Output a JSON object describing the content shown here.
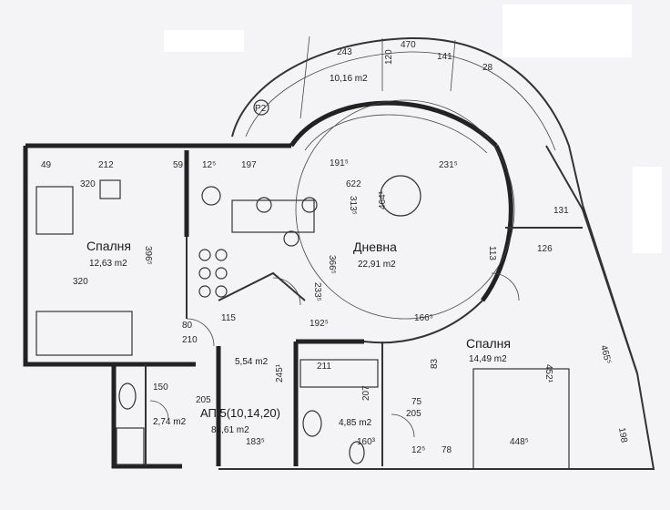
{
  "rooms": {
    "bedroom_left": {
      "name": "Спалня",
      "area": "12,63 m2"
    },
    "living": {
      "name": "Дневна",
      "area": "22,91 m2"
    },
    "bedroom_right": {
      "name": "Спалня",
      "area": "14,49 m2"
    },
    "hall": {
      "area": "5,54 m2"
    },
    "bath_small": {
      "area": "2,74 m2"
    },
    "bath_main": {
      "area": "4,85 m2"
    },
    "balcony": {
      "area": "10,16 m2"
    }
  },
  "apartment": {
    "code": "АП.5(10,14,20)",
    "area": "84,61 m2"
  },
  "dims": {
    "d243": "243",
    "d470": "470",
    "d120": "120",
    "d141": "141",
    "d28": "28",
    "d49": "49",
    "d212": "212",
    "d320a": "320",
    "d59": "59",
    "d125a": "12⁵",
    "d197": "197",
    "d1915": "191⁵",
    "d622": "622",
    "d2315": "231⁵",
    "d3965": "396⁵",
    "d3665": "366⁵",
    "d320b": "320",
    "d113": "113",
    "d131": "131",
    "d126": "126",
    "d80": "80",
    "d210a": "210",
    "d115": "115",
    "d1925": "192⁵",
    "d1665": "166⁵",
    "d150": "150",
    "d205a": "205",
    "d211": "211",
    "d207": "207",
    "d83": "83",
    "d75": "75",
    "d205b": "205",
    "d4521": "452¹",
    "d4655": "465⁵",
    "d198": "198",
    "d1835": "183⁵",
    "d1603": "160³",
    "d4485": "448⁵",
    "d125b": "12⁵",
    "d78": "78",
    "d2451": "245¹",
    "d2335": "233⁵",
    "d4641": "464¹",
    "d3135": "313⁵"
  },
  "markers": {
    "p2": "P2"
  }
}
